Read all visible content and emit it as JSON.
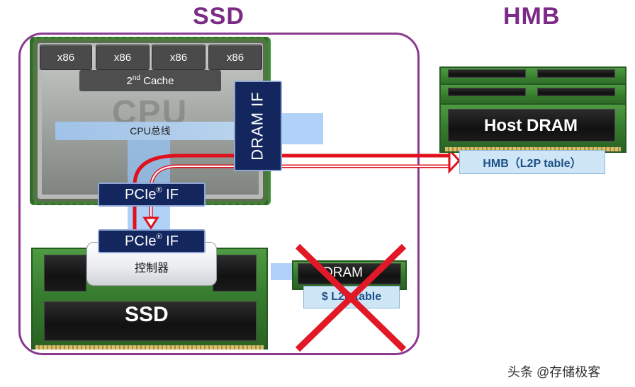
{
  "titles": {
    "ssd": "SSD",
    "hmb": "HMB"
  },
  "cpu": {
    "cores": [
      "x86",
      "x86",
      "x86",
      "x86"
    ],
    "cache_prefix": "2",
    "cache_sup": "nd",
    "cache_suffix": " Cache",
    "watermark": "CPU",
    "bus_label": "CPU总线"
  },
  "interfaces": {
    "dram_if": "DRAM IF",
    "pcie_upper": "PCIe",
    "pcie_lower": "PCIe",
    "reg_mark": "®",
    "if_suffix": " IF"
  },
  "ssd_board": {
    "controller": "控制器",
    "label": "SSD"
  },
  "host": {
    "dram_label": "Host DRAM",
    "hmb_table": "HMB（L2P table）"
  },
  "local_dram": {
    "label": "DRAM",
    "table": "$ L2P table",
    "crossed_out": true
  },
  "watermark": "头条 @存储极客",
  "colors": {
    "title": "#7b2a86",
    "interface": "#14265e",
    "arrow": "#e0101c",
    "cross": "#e11826"
  }
}
